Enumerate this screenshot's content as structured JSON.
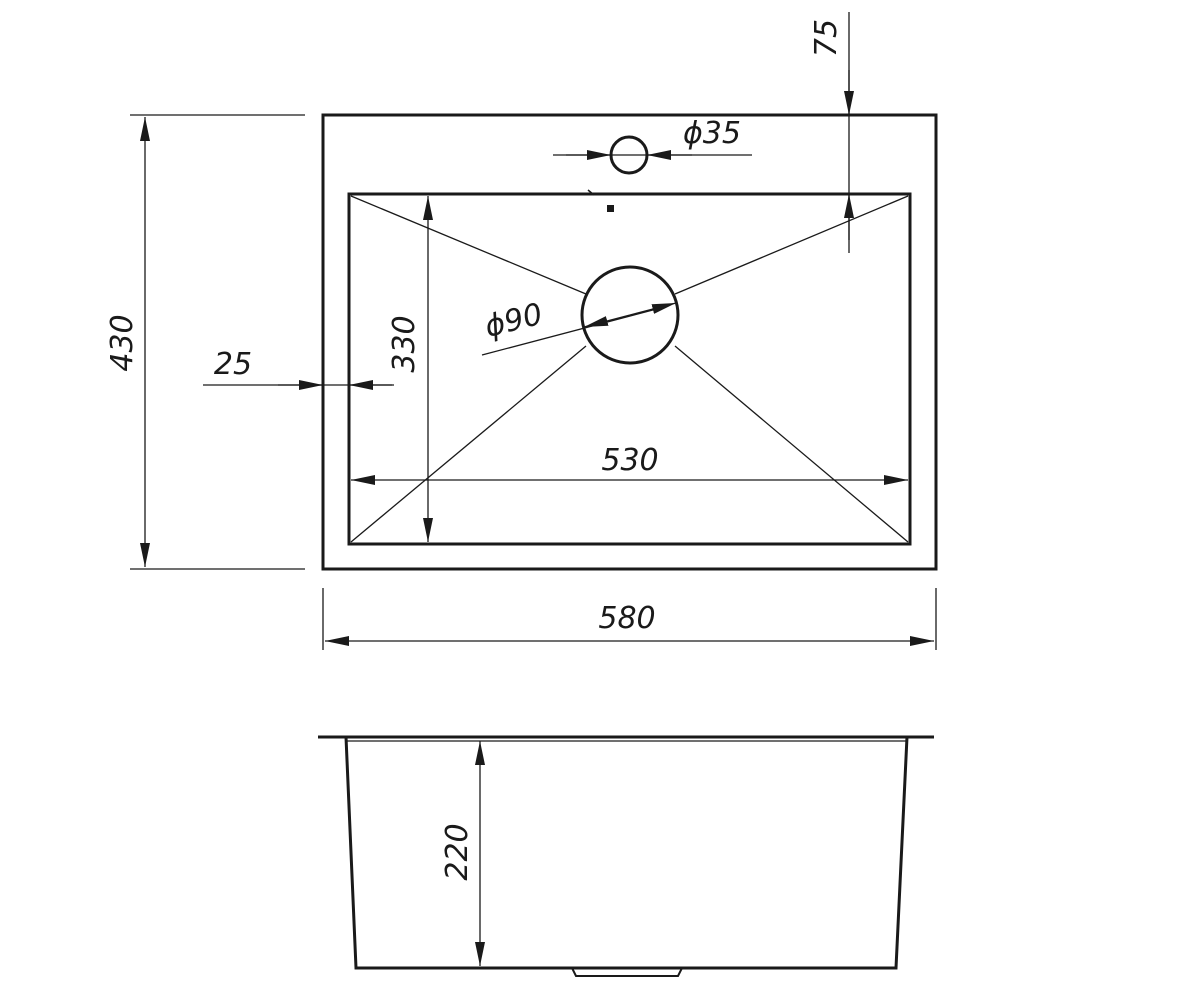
{
  "dimensions": {
    "overall_width": "580",
    "overall_depth": "430",
    "bowl_width": "530",
    "bowl_depth": "330",
    "edge_offset": "25",
    "tap_hole_offset": "75",
    "tap_hole_diameter": "ϕ35",
    "drain_diameter": "ϕ90",
    "bowl_height": "220"
  },
  "colors": {
    "line": "#1a1a1a",
    "background": "#ffffff"
  }
}
